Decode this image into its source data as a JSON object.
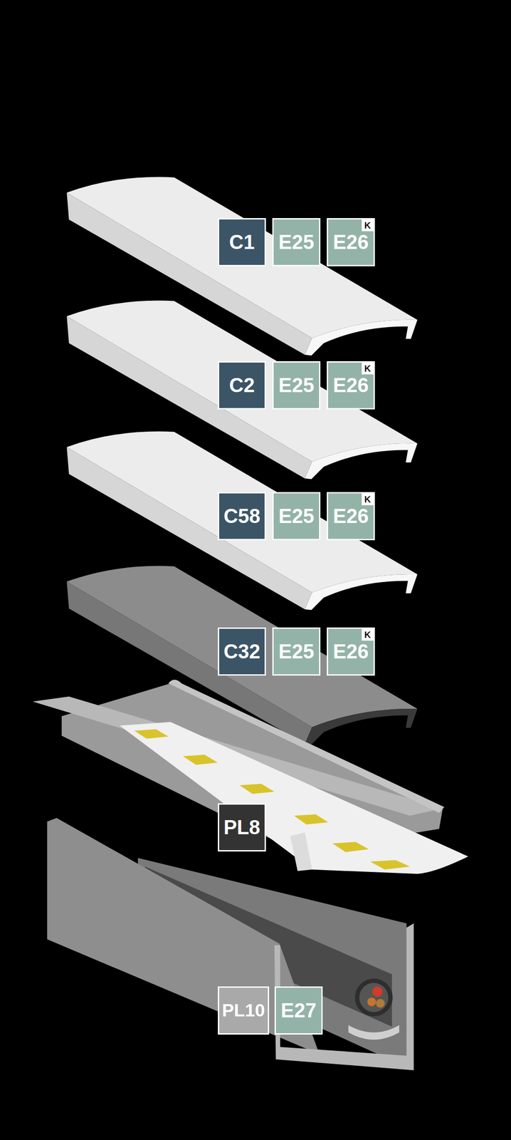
{
  "diagram": {
    "nodes": [
      {
        "text": [
          "C1"
        ]
      },
      {
        "text": [
          "E25"
        ]
      },
      {
        "text": [
          "E26"
        ]
      },
      {
        "text": [
          "K"
        ],
        "in": 2
      },
      {
        "text": [
          "C2"
        ]
      },
      {
        "text": [
          "E25"
        ]
      },
      {
        "text": [
          "E26"
        ]
      },
      {
        "text": [
          "K"
        ],
        "in": 6
      },
      {
        "text": [
          "C58"
        ]
      },
      {
        "text": [
          "E25"
        ]
      },
      {
        "text": [
          "E26"
        ]
      },
      {
        "text": [
          "K"
        ],
        "in": 10
      },
      {
        "text": [
          "C32"
        ]
      },
      {
        "text": [
          "E25"
        ]
      },
      {
        "text": [
          "E26"
        ]
      },
      {
        "text": [
          "K"
        ],
        "in": 14
      },
      {
        "text": [
          "PL8"
        ]
      },
      {
        "text": [
          "PL10"
        ]
      },
      {
        "text": [
          "E27"
        ]
      }
    ]
  }
}
